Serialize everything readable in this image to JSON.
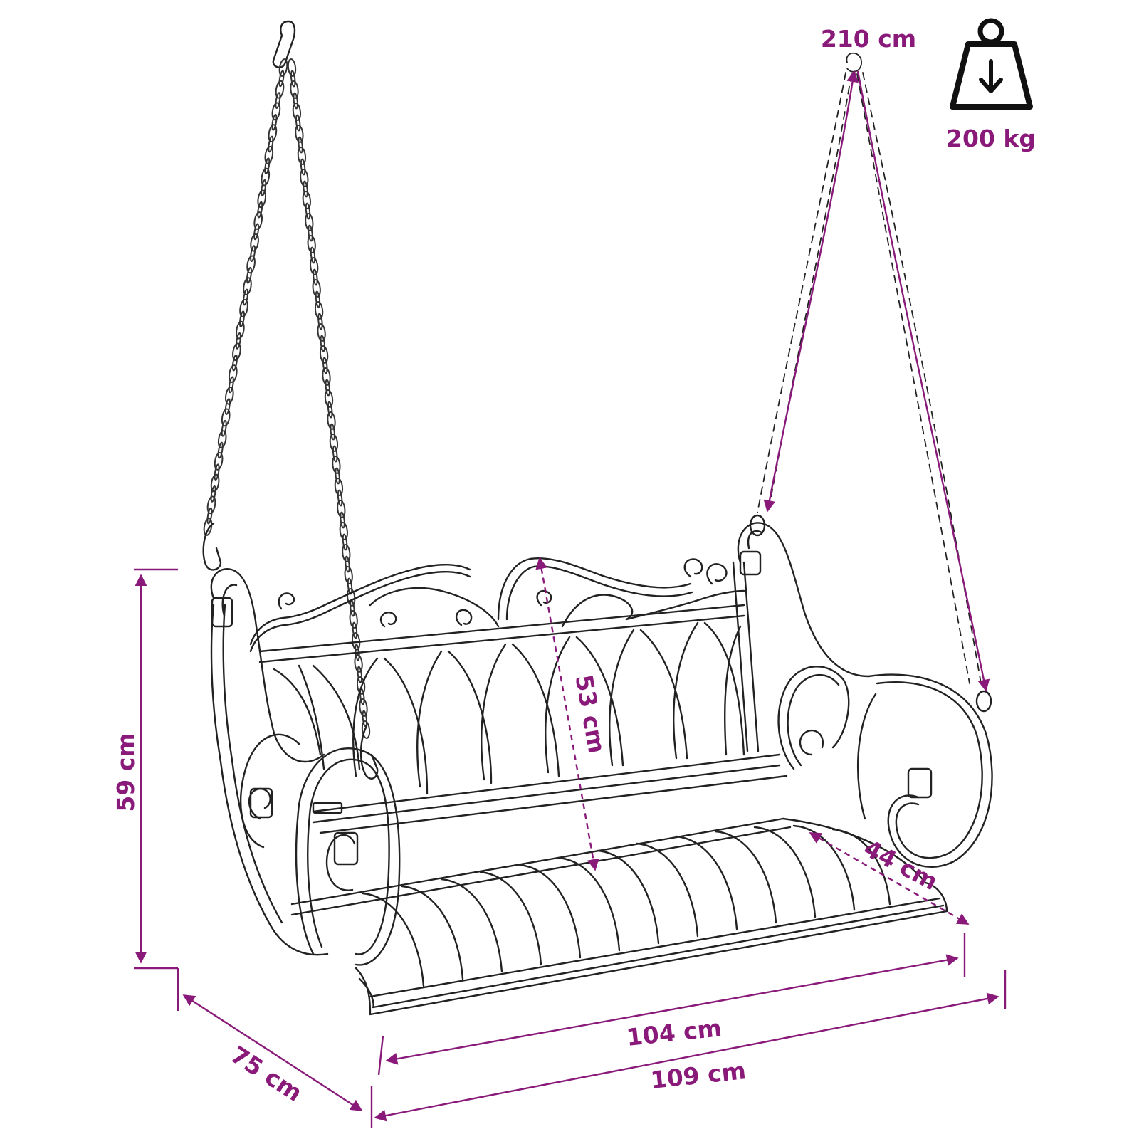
{
  "colors": {
    "accent": "#8a1a7a",
    "line": "#222222",
    "background": "#ffffff"
  },
  "weight_icon": {
    "icon": "weight-icon",
    "label": "200 kg"
  },
  "dimensions": {
    "chain_length": "210 cm",
    "height": "59 cm",
    "depth": "75 cm",
    "seat_width": "104 cm",
    "total_width": "109 cm",
    "back_height": "53 cm",
    "seat_depth": "44 cm"
  }
}
